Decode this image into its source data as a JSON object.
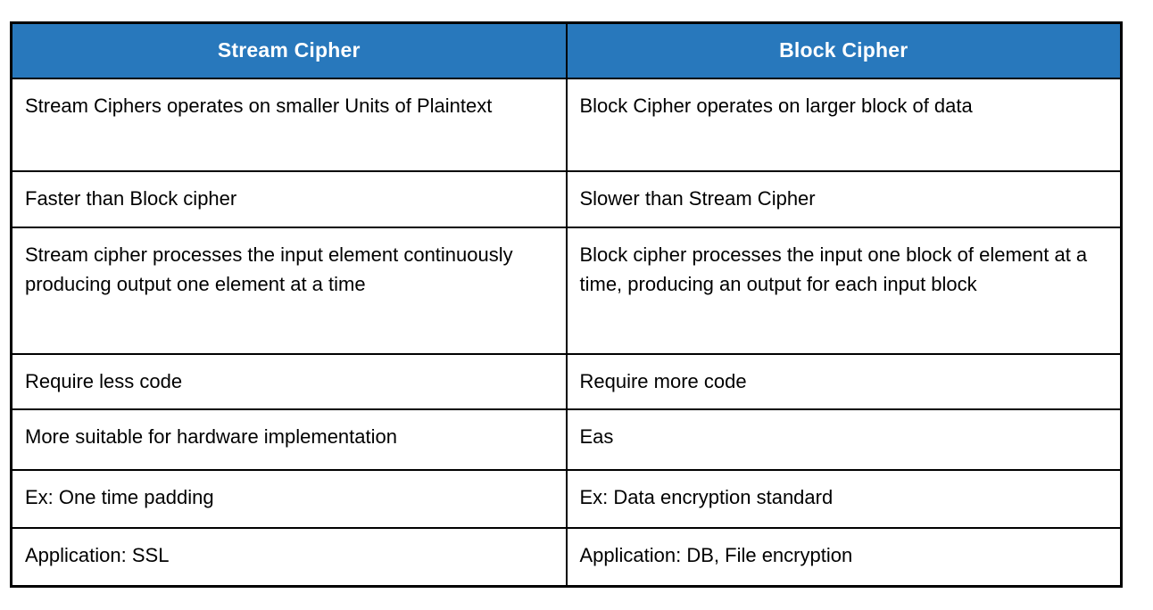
{
  "table": {
    "title": "Stream Cipher vs Block Cipher comparison table",
    "colors": {
      "header_background": "#2878BC",
      "header_text": "#FFFFFF",
      "border": "#000000",
      "body_text": "#000000",
      "page_background": "#FFFFFF"
    },
    "headers": {
      "left": "Stream Cipher",
      "right": "Block Cipher"
    },
    "rows": [
      {
        "left": "Stream Ciphers operates on smaller Units of Plaintext",
        "right": "Block Cipher operates on larger block of data"
      },
      {
        "left": "Faster than Block cipher",
        "right": "Slower than Stream Cipher"
      },
      {
        "left": "Stream cipher processes the input element continuously producing output one element at a time",
        "right": "Block cipher processes the input one block of element at a time, producing an output for each input block"
      },
      {
        "left": "Require less code",
        "right": "Require more code"
      },
      {
        "left": "More suitable for hardware implementation",
        "right": "Eas"
      },
      {
        "left": "Ex: One time padding",
        "right": "Ex: Data encryption standard"
      },
      {
        "left": "Application: SSL",
        "right": "Application: DB, File encryption"
      }
    ]
  }
}
